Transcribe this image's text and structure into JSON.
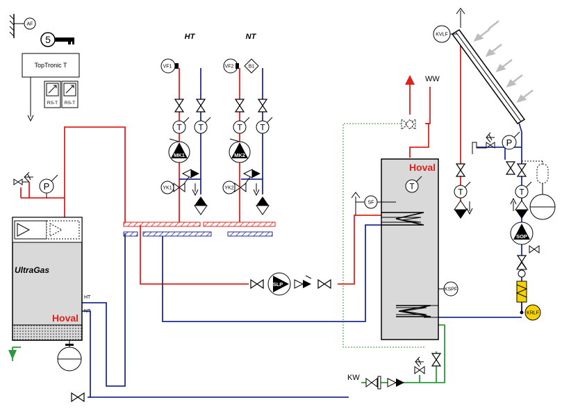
{
  "outdoor_sensor": "AF",
  "controller": {
    "name": "TopTronic T",
    "number": "5",
    "room_sensor_left": "RS-T",
    "room_sensor_right": "RS-T"
  },
  "circuits": {
    "ht_title": "HT",
    "nt_title": "NT",
    "ht_flow_sensor": "VF1",
    "nt_flow_sensor": "VF2",
    "nt_limit_thermostat": "B1",
    "ht_pump": "MK1",
    "nt_pump": "MK2",
    "ht_mixer": "YK1",
    "nt_mixer": "YK2",
    "temp_gauge": "T"
  },
  "boiler": {
    "name": "UltraGas",
    "brand": "Hoval",
    "port_ht": "HT",
    "port_nt": "NT"
  },
  "pressure_gauge": "P",
  "storage": {
    "brand": "Hoval",
    "sensor_sf": "SF",
    "sensor_kspf": "KSPF",
    "hot_water": "WW",
    "cold_water": "KW"
  },
  "charging_pump": "SLP",
  "solar": {
    "collector_sensor": "KVLF",
    "return_sensor": "KRLF",
    "pump": "SOP"
  },
  "colors": {
    "flow": "#e0201b",
    "return": "#1f2b8f",
    "cold": "#2a9a3a",
    "accent_yellow": "#f5d300"
  }
}
